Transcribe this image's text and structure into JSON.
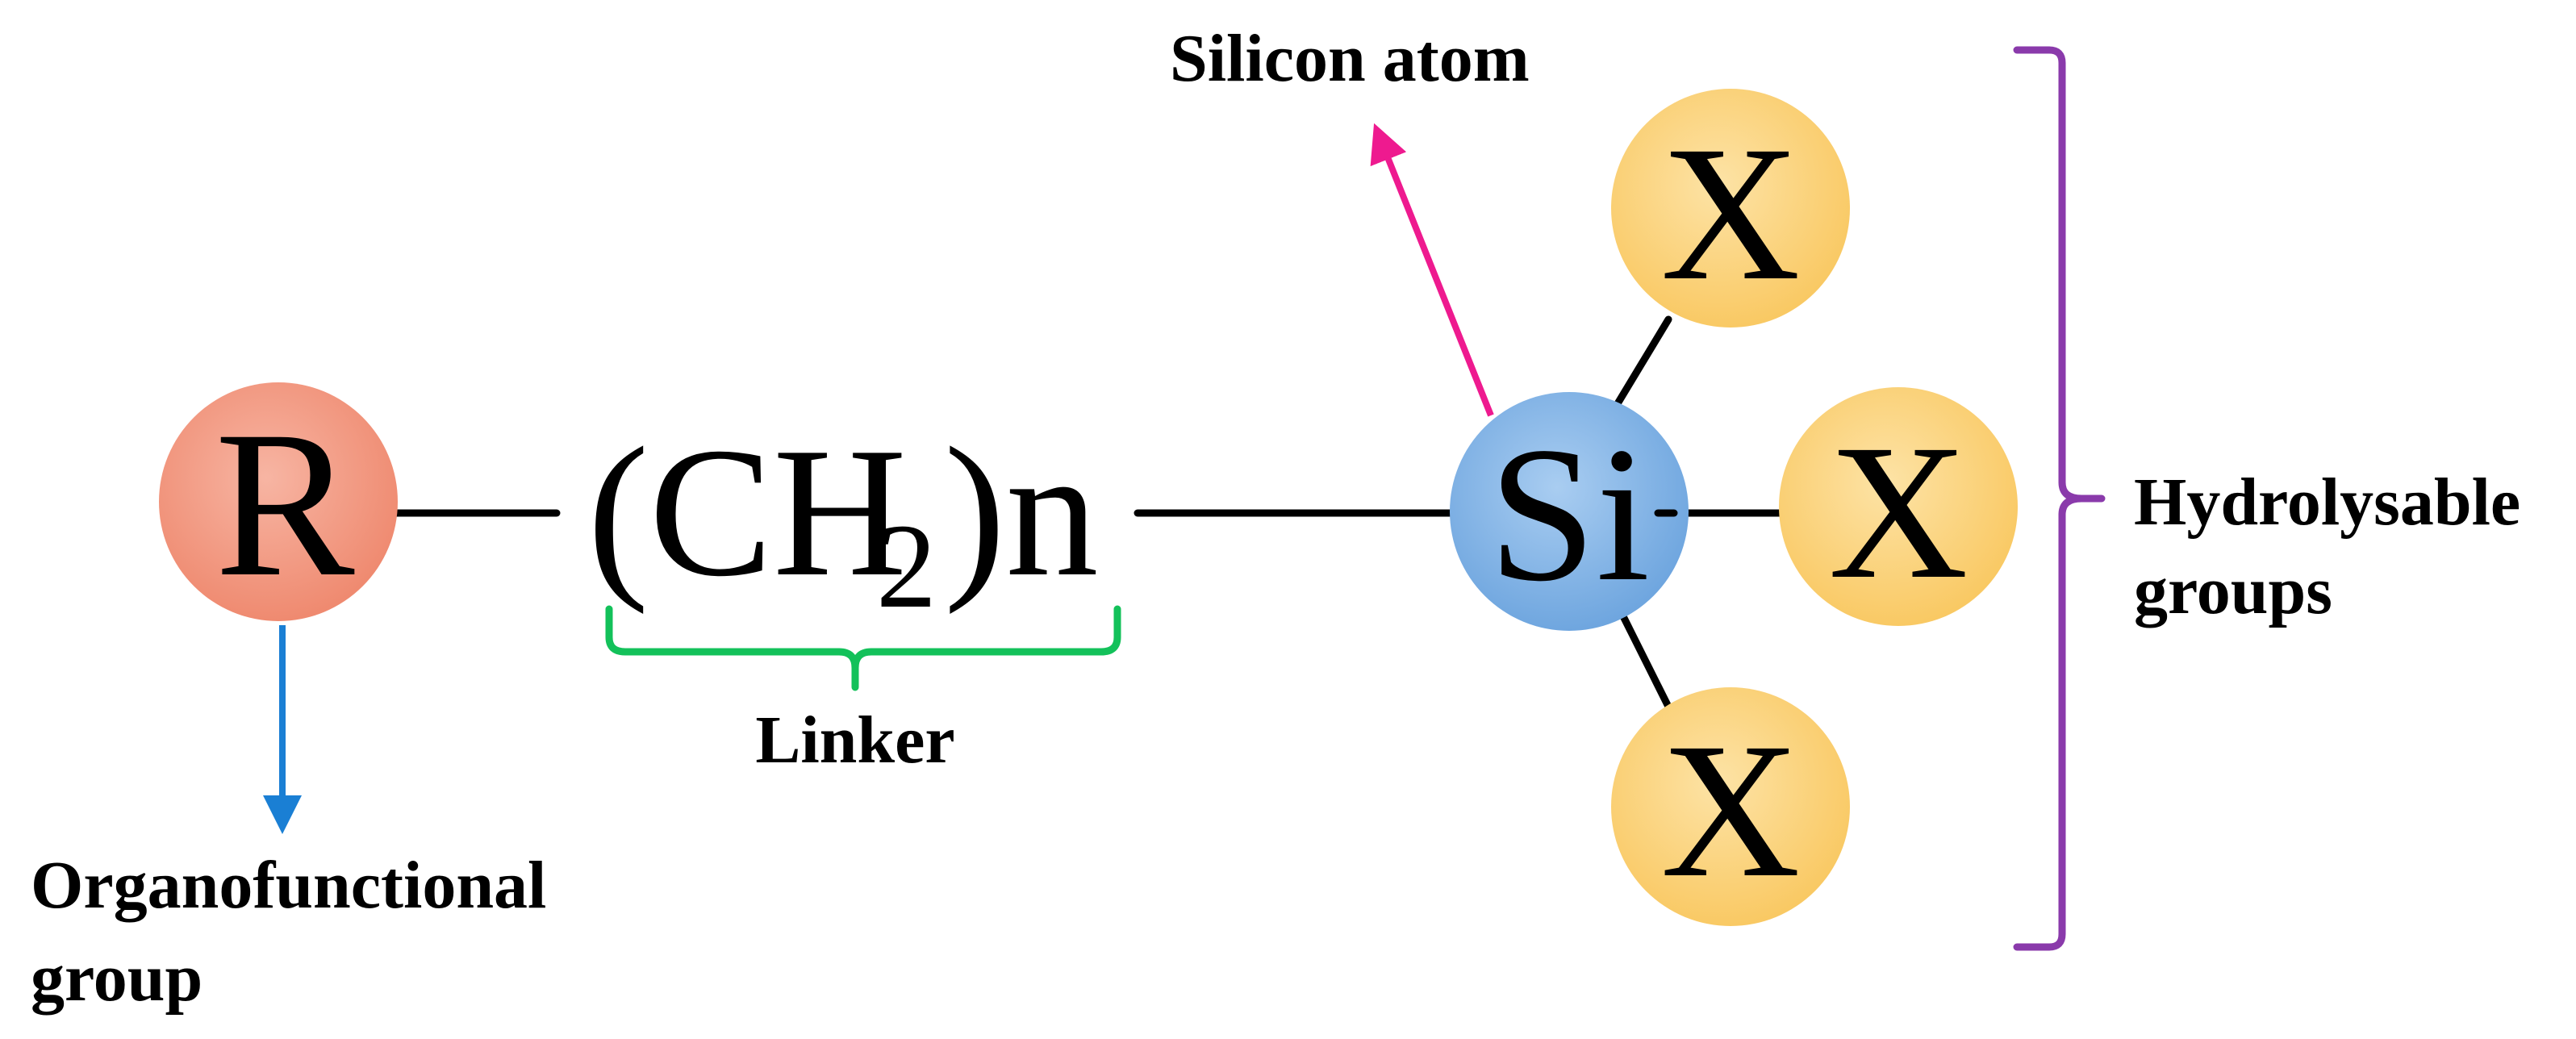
{
  "atoms": {
    "r": "R",
    "si": "Si",
    "x1": "X",
    "x2": "X",
    "x3": "X"
  },
  "linker_formula": {
    "open": "(CH",
    "subscript": "2",
    "close": ")n"
  },
  "captions": {
    "silicon_atom": "Silicon atom",
    "linker": "Linker",
    "organofunctional_line1": "Organofunctional",
    "organofunctional_line2": "group",
    "hydrolysable_line1": "Hydrolysable",
    "hydrolysable_line2": "groups"
  },
  "colors": {
    "r_atom": "#f2937b",
    "si_atom": "#7fb2e6",
    "x_atom": "#fbd47e",
    "organofunctional_arrow": "#1a7fd4",
    "silicon_arrow": "#ee1a8f",
    "linker_brace": "#13c15a",
    "hydrolysable_bracket": "#8a3aab"
  }
}
